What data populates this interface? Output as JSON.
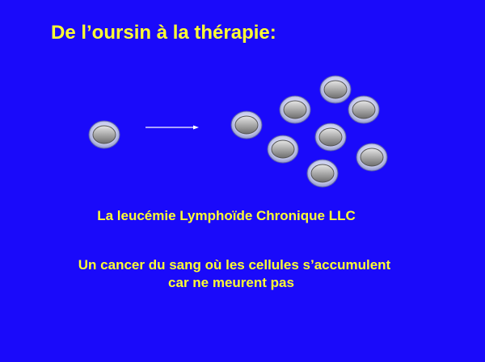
{
  "slide": {
    "title": "De l’oursin à la thérapie:",
    "disease_name": "La leucémie Lymphoïde Chronique LLC",
    "description_line1": "Un cancer du sang où les cellules s’accumulent",
    "description_line2": "car ne meurent pas"
  },
  "colors": {
    "background": "#1a0afa",
    "text": "#ffff33",
    "arrow": "#ffffff",
    "cell_ring": "#d8dcf2",
    "cell_core": "#a9a9a9"
  },
  "diagram": {
    "cells_before": 1,
    "cells_after": 8
  }
}
